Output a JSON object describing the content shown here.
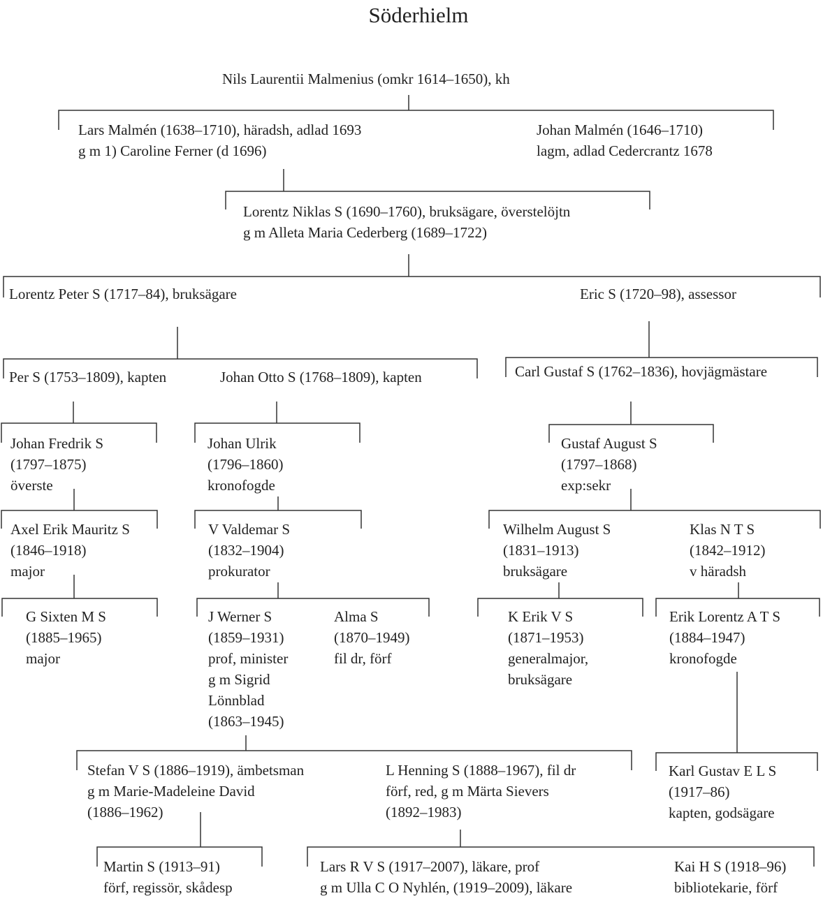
{
  "title": "Söderhielm",
  "persons": [
    {
      "id": "nils",
      "lines": [
        "Nils Laurentii Malmenius (omkr 1614–1650), kh"
      ]
    },
    {
      "id": "lars",
      "lines": [
        "Lars Malmén (1638–1710), häradsh, adlad 1693",
        "g m 1) Caroline Ferner (d 1696)"
      ]
    },
    {
      "id": "johan-malmen",
      "lines": [
        "Johan Malmén (1646–1710)",
        "lagm, adlad Cedercrantz 1678"
      ]
    },
    {
      "id": "lorentz-niklas",
      "lines": [
        "Lorentz Niklas S (1690–1760), bruksägare, överstelöjtn",
        "g m Alleta Maria Cederberg (1689–1722)"
      ]
    },
    {
      "id": "lorentz-peter",
      "lines": [
        "Lorentz Peter S (1717–84), bruksägare"
      ]
    },
    {
      "id": "eric",
      "lines": [
        "Eric S (1720–98), assessor"
      ]
    },
    {
      "id": "per",
      "lines": [
        "Per S (1753–1809), kapten"
      ]
    },
    {
      "id": "johan-otto",
      "lines": [
        "Johan Otto S (1768–1809), kapten"
      ]
    },
    {
      "id": "carl-gustaf",
      "lines": [
        "Carl Gustaf S (1762–1836), hovjägmästare"
      ]
    },
    {
      "id": "johan-fredrik",
      "lines": [
        "Johan Fredrik S",
        "(1797–1875)",
        "överste"
      ]
    },
    {
      "id": "johan-ulrik",
      "lines": [
        "Johan Ulrik",
        "(1796–1860)",
        "kronofogde"
      ]
    },
    {
      "id": "gustaf-august",
      "lines": [
        "Gustaf August S",
        "(1797–1868)",
        "exp:sekr"
      ]
    },
    {
      "id": "axel-erik",
      "lines": [
        "Axel Erik Mauritz S",
        "(1846–1918)",
        "major"
      ]
    },
    {
      "id": "v-valdemar",
      "lines": [
        "V Valdemar S",
        "(1832–1904)",
        "prokurator"
      ]
    },
    {
      "id": "wilhelm-august",
      "lines": [
        "Wilhelm August S",
        "(1831–1913)",
        "bruksägare"
      ]
    },
    {
      "id": "klas",
      "lines": [
        "Klas N T S",
        "(1842–1912)",
        "v häradsh"
      ]
    },
    {
      "id": "g-sixten",
      "lines": [
        "G Sixten M S",
        "(1885–1965)",
        "major"
      ]
    },
    {
      "id": "j-werner",
      "lines": [
        "J Werner S",
        "(1859–1931)",
        "prof, minister",
        "g m Sigrid",
        "Lönnblad",
        "(1863–1945)"
      ]
    },
    {
      "id": "alma",
      "lines": [
        "Alma S",
        "(1870–1949)",
        "fil dr, förf"
      ]
    },
    {
      "id": "k-erik",
      "lines": [
        "K Erik V S",
        "(1871–1953)",
        "generalmajor,",
        "bruksägare"
      ]
    },
    {
      "id": "erik-lorentz",
      "lines": [
        "Erik Lorentz A T S",
        "(1884–1947)",
        "kronofogde"
      ]
    },
    {
      "id": "stefan",
      "lines": [
        "Stefan V S (1886–1919), ämbetsman",
        "g m Marie-Madeleine David",
        "(1886–1962)"
      ]
    },
    {
      "id": "l-henning",
      "lines": [
        "L Henning S (1888–1967), fil dr",
        "förf, red, g m Märta Sievers",
        "(1892–1983)"
      ]
    },
    {
      "id": "karl-gustav",
      "lines": [
        "Karl Gustav E L S",
        "(1917–86)",
        "kapten, godsägare"
      ]
    },
    {
      "id": "martin",
      "lines": [
        "Martin S (1913–91)",
        "förf, regissör, skådesp"
      ]
    },
    {
      "id": "lars-r",
      "lines": [
        "Lars R V S (1917–2007), läkare, prof",
        "g m Ulla C O Nyhlén, (1919–2009), läkare"
      ]
    },
    {
      "id": "kai",
      "lines": [
        "Kai H S (1918–96)",
        "bibliotekarie, förf"
      ]
    }
  ]
}
